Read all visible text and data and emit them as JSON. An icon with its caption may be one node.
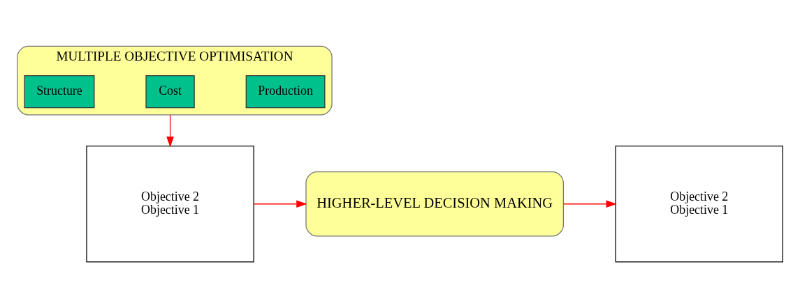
{
  "diagram": {
    "nodes": [
      {
        "text": [
          "MULTIPLE OBJECTIVE OPTIMISATION"
        ]
      },
      {
        "text": [
          "Structure"
        ],
        "in": 0
      },
      {
        "text": [
          "Cost"
        ],
        "in": 0
      },
      {
        "text": [
          "Production"
        ],
        "in": 0
      },
      {
        "text": [
          "Objective 2",
          "Objective 1"
        ]
      },
      {
        "text": [
          "HIGHER-LEVEL DECISION MAKING"
        ]
      },
      {
        "text": [
          "Objective 2",
          "Objective 1"
        ]
      }
    ],
    "edges": [
      {
        "from": 0,
        "to": 4,
        "arrow": "to"
      },
      {
        "from": 4,
        "to": 5,
        "arrow": "to"
      },
      {
        "from": 5,
        "to": 6,
        "arrow": "to"
      }
    ]
  }
}
